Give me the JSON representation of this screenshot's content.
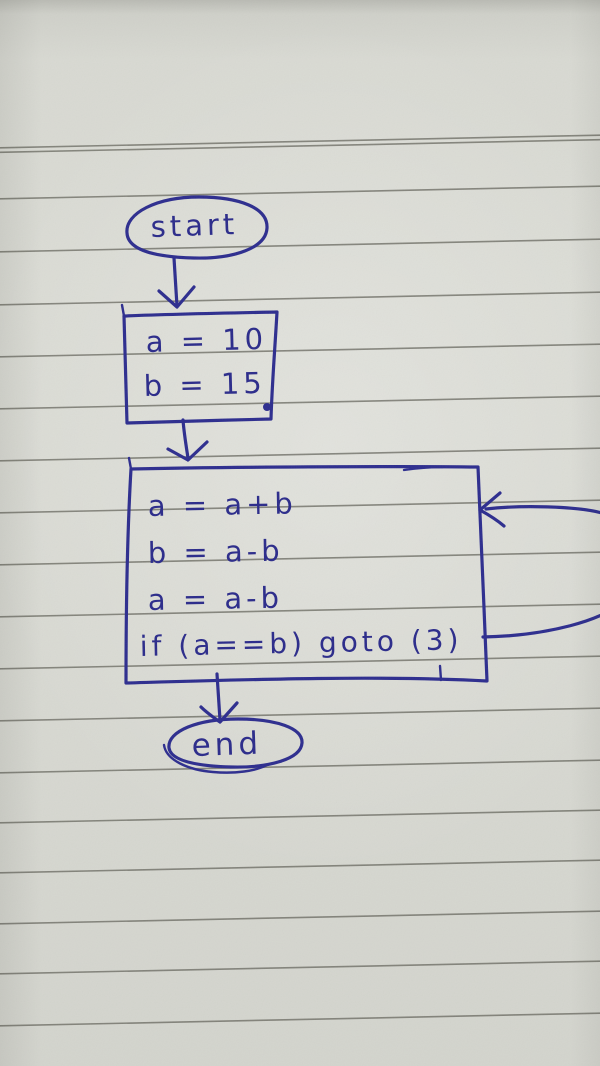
{
  "diagram": {
    "type": "flowchart",
    "medium": "handwritten ink on ruled notebook paper",
    "ink_color": "#2c2c8e",
    "paper_color": "#d8d9d2",
    "rule_color": "#63635a",
    "nodes": [
      {
        "id": "start",
        "shape": "oval",
        "label": "start"
      },
      {
        "id": "init",
        "shape": "rectangle",
        "lines": [
          "a = 10",
          "b = 15"
        ]
      },
      {
        "id": "process",
        "shape": "rectangle",
        "lines": [
          "a = a+b",
          "b = a-b",
          "a = a-b",
          "if (a==b) goto (3)"
        ]
      },
      {
        "id": "end",
        "shape": "oval",
        "label": "end"
      }
    ],
    "edges": [
      {
        "from": "start",
        "to": "init",
        "style": "arrow-down"
      },
      {
        "from": "init",
        "to": "process",
        "style": "arrow-down"
      },
      {
        "from": "process",
        "to": "process",
        "style": "loop-right-clipped",
        "meaning": "goto (3)"
      },
      {
        "from": "process",
        "to": "end",
        "style": "arrow-down"
      }
    ]
  }
}
